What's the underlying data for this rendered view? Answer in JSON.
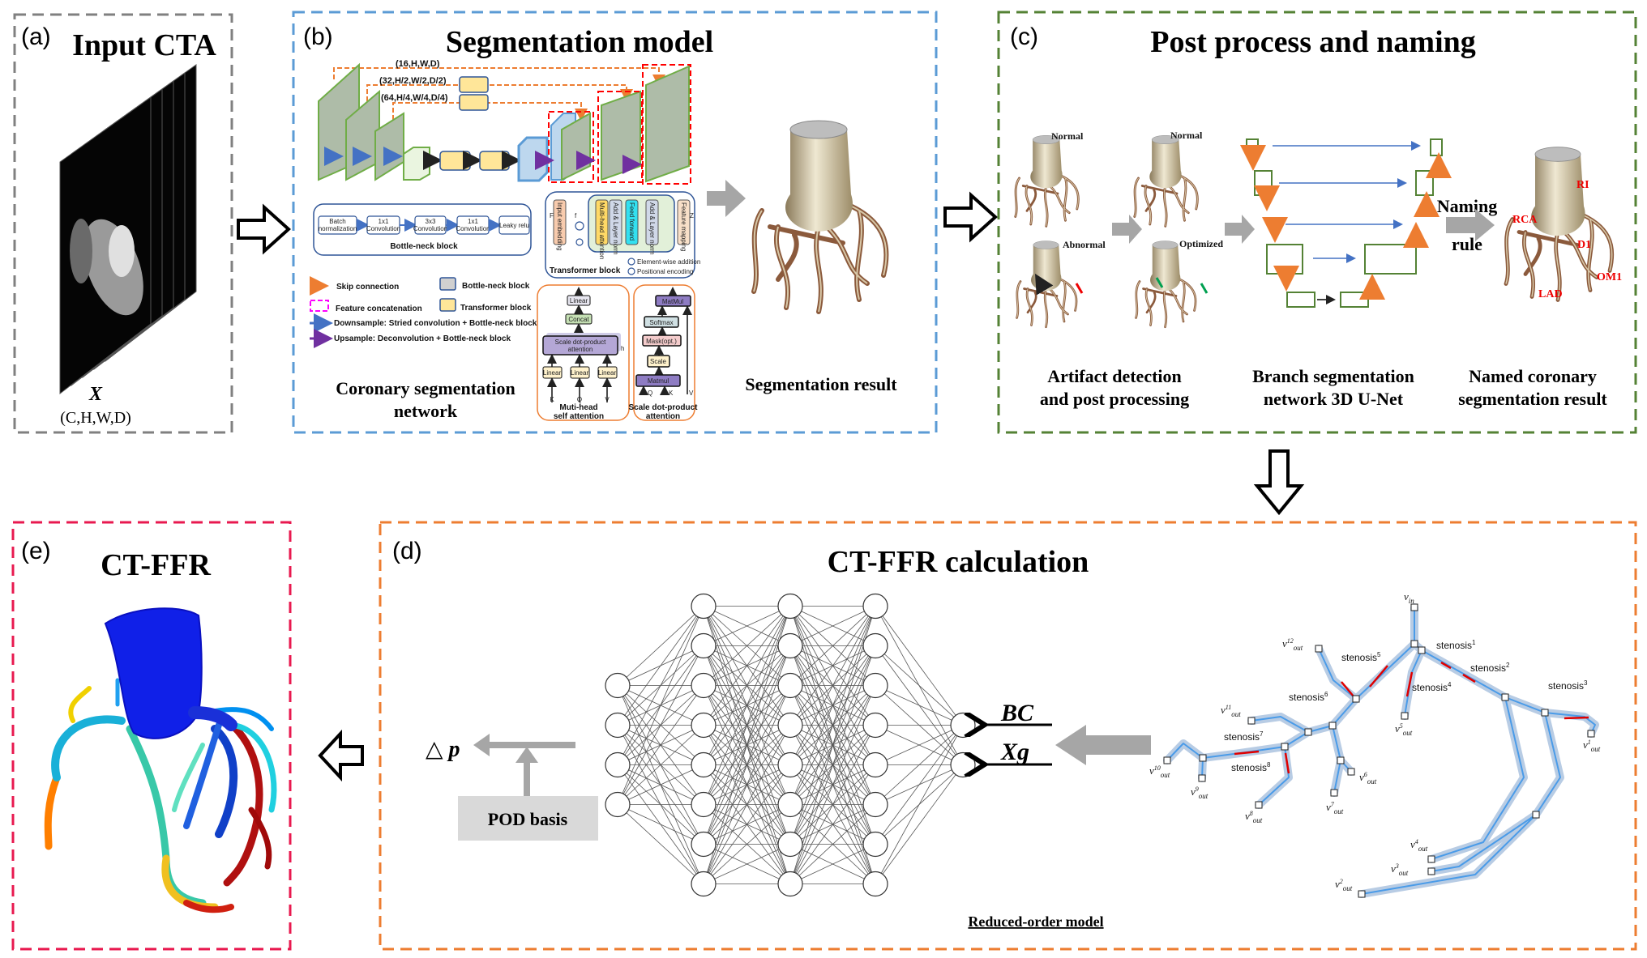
{
  "colors": {
    "panel_a_border": "#808080",
    "panel_b_border": "#5b9bd5",
    "panel_c_border": "#548235",
    "panel_d_border": "#ed7d31",
    "panel_e_border": "#e8194f",
    "stenosis": "#e00000",
    "vessel": "#4a9be8"
  },
  "panel_a": {
    "label": "(a)",
    "title": "Input CTA",
    "var": "X",
    "shape": "(C,H,W,D)"
  },
  "panel_b": {
    "label": "(b)",
    "title": "Segmentation model",
    "dims": [
      "(16,H,W,D)",
      "(32,H/2,W/2,D/2)",
      "(64,H/4,W/4,D/4)"
    ],
    "bottleneck": {
      "steps": [
        [
          "Batch",
          "normalization"
        ],
        [
          "1x1",
          "Convolution"
        ],
        [
          "3x3",
          "Convolution"
        ],
        [
          "1x1",
          "Convolution"
        ],
        [
          "Leaky relu",
          ""
        ]
      ],
      "title": "Bottle-neck block"
    },
    "transformer": {
      "title": "Transformer block",
      "in_var": "F",
      "mid_var": "f",
      "out_var": "Z",
      "parts": [
        "Input embedding",
        "Multi-head attention",
        "Add & Layer norm",
        "Feed forward",
        "Add & Layer norm",
        "Feature mapping"
      ],
      "legend_add": "Element-wise addition",
      "legend_pos": "Positional encoding"
    },
    "legend": {
      "skip": "Skip connection",
      "concat": "Feature concatenation",
      "down": "Downsample: Stried convolution + Bottle-neck block",
      "up": "Upsample: Deconvolution + Bottle-neck block",
      "bottleneck": "Bottle-neck block",
      "transformer": "Transformer block"
    },
    "mhsa": {
      "linear_top": "Linear",
      "concat": "Concat",
      "sdpa": [
        "Scale dot-product",
        "attention"
      ],
      "h": "h",
      "linear": "Linear",
      "inputs": [
        "K",
        "Q",
        "V"
      ],
      "caption": [
        "Muti-head",
        "self attention"
      ]
    },
    "sdpa": {
      "matmul_top": "MatMul",
      "softmax": "Softmax",
      "mask": "Mask(opt.)",
      "scale": "Scale",
      "matmul": "Matmul",
      "inputs": [
        "Q",
        "K",
        "V"
      ],
      "caption": [
        "Scale dot-product",
        "attention"
      ]
    },
    "network_caption": [
      "Coronary segmentation",
      "network"
    ],
    "result_caption": "Segmentation result"
  },
  "panel_c": {
    "label": "(c)",
    "title": "Post process and naming",
    "normal": "Normal",
    "normal2": "Normal",
    "abnormal": "Abnormal",
    "optimized": "Optimized",
    "naming": "Naming",
    "rule": "rule",
    "vessel_names": [
      "RI",
      "RCA",
      "D1",
      "OM1",
      "LAD"
    ],
    "captions": [
      [
        "Artifact detection",
        "and post processing"
      ],
      [
        "Branch segmentation",
        "network 3D U-Net"
      ],
      [
        "Named coronary",
        "segmentation result"
      ]
    ]
  },
  "panel_d": {
    "label": "(d)",
    "title": "CT-FFR calculation",
    "delta_p": "△ p",
    "pod": "POD basis",
    "bc": "BC",
    "xg": "Xg",
    "layer_sizes": [
      4,
      8,
      8,
      8,
      2
    ],
    "rom_caption": "Reduced-order model",
    "stenoses": [
      {
        "text": "stenosis",
        "sup": "1"
      },
      {
        "text": "stenosis",
        "sup": "2"
      },
      {
        "text": "stenosis",
        "sup": "3"
      },
      {
        "text": "stenosis",
        "sup": "4"
      },
      {
        "text": "stenosis",
        "sup": "5"
      },
      {
        "text": "stenosis",
        "sup": "6"
      },
      {
        "text": "stenosis",
        "sup": "7"
      },
      {
        "text": "stenosis",
        "sup": "8"
      }
    ],
    "v_labels": [
      {
        "base": "v",
        "sup": "",
        "sub": "in"
      },
      {
        "base": "v",
        "sup": "12",
        "sub": "out"
      },
      {
        "base": "v",
        "sup": "11",
        "sub": "out"
      },
      {
        "base": "v",
        "sup": "10",
        "sub": "out"
      },
      {
        "base": "v",
        "sup": "9",
        "sub": "out"
      },
      {
        "base": "v",
        "sup": "8",
        "sub": "out"
      },
      {
        "base": "v",
        "sup": "7",
        "sub": "out"
      },
      {
        "base": "v",
        "sup": "6",
        "sub": "out"
      },
      {
        "base": "v",
        "sup": "5",
        "sub": "out"
      },
      {
        "base": "v",
        "sup": "1",
        "sub": "out"
      },
      {
        "base": "v",
        "sup": "4",
        "sub": "out"
      },
      {
        "base": "v",
        "sup": "3",
        "sub": "out"
      },
      {
        "base": "v",
        "sup": "2",
        "sub": "out"
      }
    ]
  },
  "panel_e": {
    "label": "(e)",
    "title": "CT-FFR"
  }
}
